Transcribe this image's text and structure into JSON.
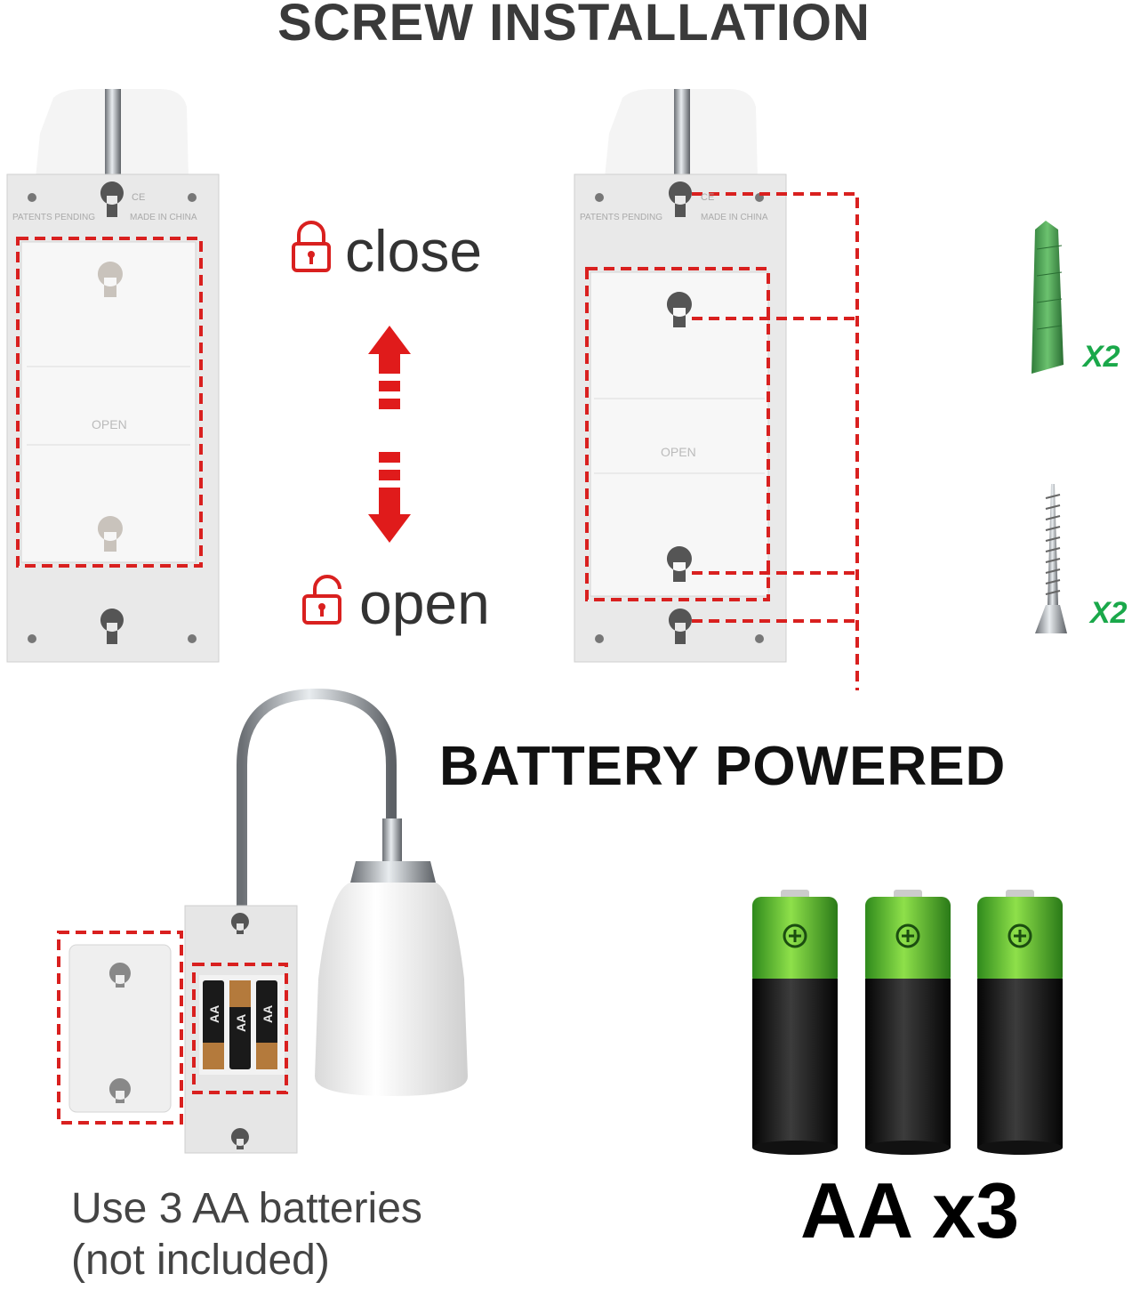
{
  "title": "SCREW INSTALLATION",
  "lock": {
    "close_label": "close",
    "open_label": "open"
  },
  "anchor_count": "X2",
  "screw_count": "X2",
  "battery_heading": "BATTERY POWERED",
  "plate_text": {
    "patents": "PATENTS PENDING",
    "made_in": "MADE IN CHINA",
    "open": "OPEN",
    "ce": "CE"
  },
  "battery_label": "AA",
  "usage_note": [
    "Use 3 AA batteries",
    "(not included)"
  ],
  "aa_count_label": "AA x3",
  "colors": {
    "accent_red": "#d9201f",
    "anchor_green": "#3a9a4a",
    "count_green": "#1aa84a",
    "battery_green": "#5fbf2a"
  },
  "icons": [
    "lock-closed-icon",
    "lock-open-icon",
    "double-arrow-icon",
    "wall-anchor-icon",
    "screw-icon",
    "battery-icon"
  ]
}
